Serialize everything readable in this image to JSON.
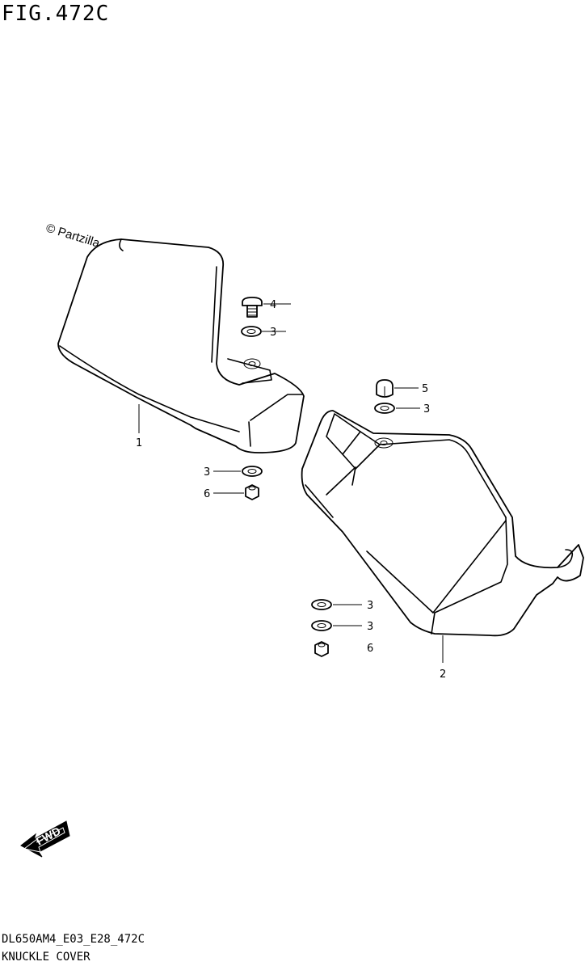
{
  "figure": {
    "title": "FIG.472C",
    "code": "DL650AM4_E03_E28_472C",
    "name": "KNUCKLE COVER"
  },
  "watermark": "© Partzilla.com",
  "fwd_label": "FWD",
  "callouts": {
    "c1": "1",
    "c2": "2",
    "c3a": "3",
    "c3b": "3",
    "c3c": "3",
    "c3d": "3",
    "c3e": "3",
    "c4": "4",
    "c5": "5",
    "c6a": "6",
    "c6b": "6"
  }
}
